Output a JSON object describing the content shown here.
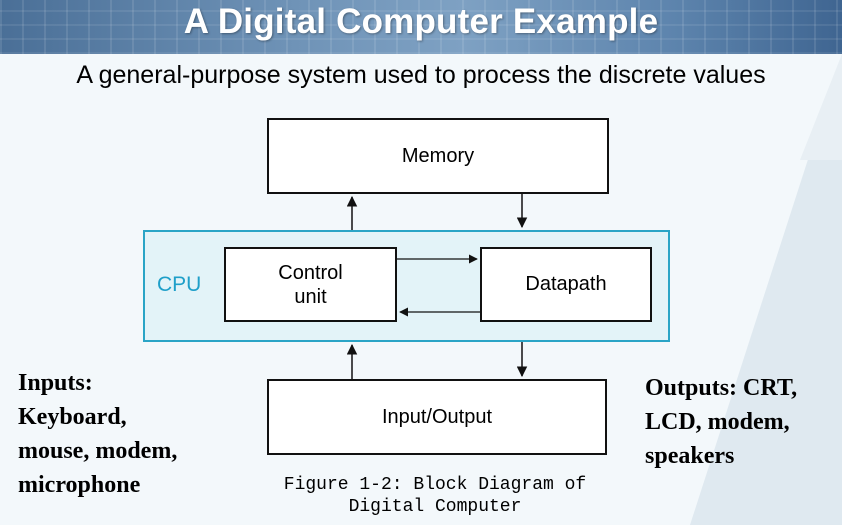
{
  "title": "A Digital Computer Example",
  "subtitle": "A general-purpose system used to process the discrete values",
  "diagram": {
    "memory_label": "Memory",
    "cpu_label": "CPU",
    "control_unit_line1": "Control",
    "control_unit_line2": "unit",
    "datapath_label": "Datapath",
    "io_label": "Input/Output"
  },
  "inputs": {
    "line1": "Inputs:",
    "line2": "Keyboard,",
    "line3": "mouse, modem,",
    "line4": "microphone"
  },
  "outputs": {
    "line1": "Outputs: CRT,",
    "line2": "LCD, modem,",
    "line3": "speakers"
  },
  "caption": {
    "line1": "Figure 1-2: Block Diagram of",
    "line2": "Digital Computer"
  },
  "colors": {
    "cpu_border": "#2aa4c6",
    "cpu_fill": "#e3f3f8",
    "cpu_text": "#1f9fc9",
    "title_bar": "#5d84ad"
  }
}
